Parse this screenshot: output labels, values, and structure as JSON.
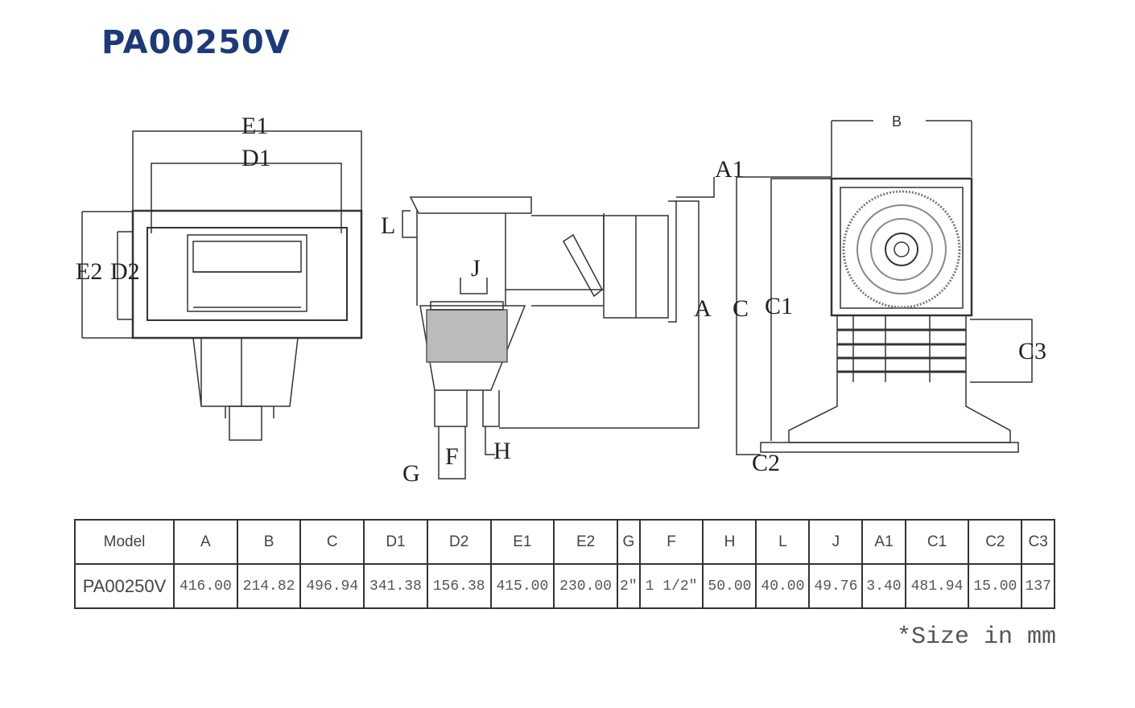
{
  "title": "PA00250V",
  "drawing_labels": {
    "front": {
      "e1": "E1",
      "d1": "D1",
      "e2": "E2",
      "d2": "D2"
    },
    "side": {
      "l": "L",
      "j": "J",
      "a1": "A1",
      "a": "A",
      "f": "F",
      "g": "G",
      "h": "H"
    },
    "rear": {
      "b": "B",
      "c": "C",
      "c1": "C1",
      "c2": "C2",
      "c3": "C3"
    }
  },
  "table": {
    "headers": [
      "Model",
      "A",
      "B",
      "C",
      "D1",
      "D2",
      "E1",
      "E2",
      "G",
      "F",
      "H",
      "L",
      "J",
      "A1",
      "C1",
      "C2",
      "C3"
    ],
    "rows": [
      [
        "PA00250V",
        "416.00",
        "214.82",
        "496.94",
        "341.38",
        "156.38",
        "415.00",
        "230.00",
        "2\"",
        "1 1/2\"",
        "50.00",
        "40.00",
        "49.76",
        "3.40",
        "481.94",
        "15.00",
        "137"
      ]
    ]
  },
  "note": "*Size in mm"
}
